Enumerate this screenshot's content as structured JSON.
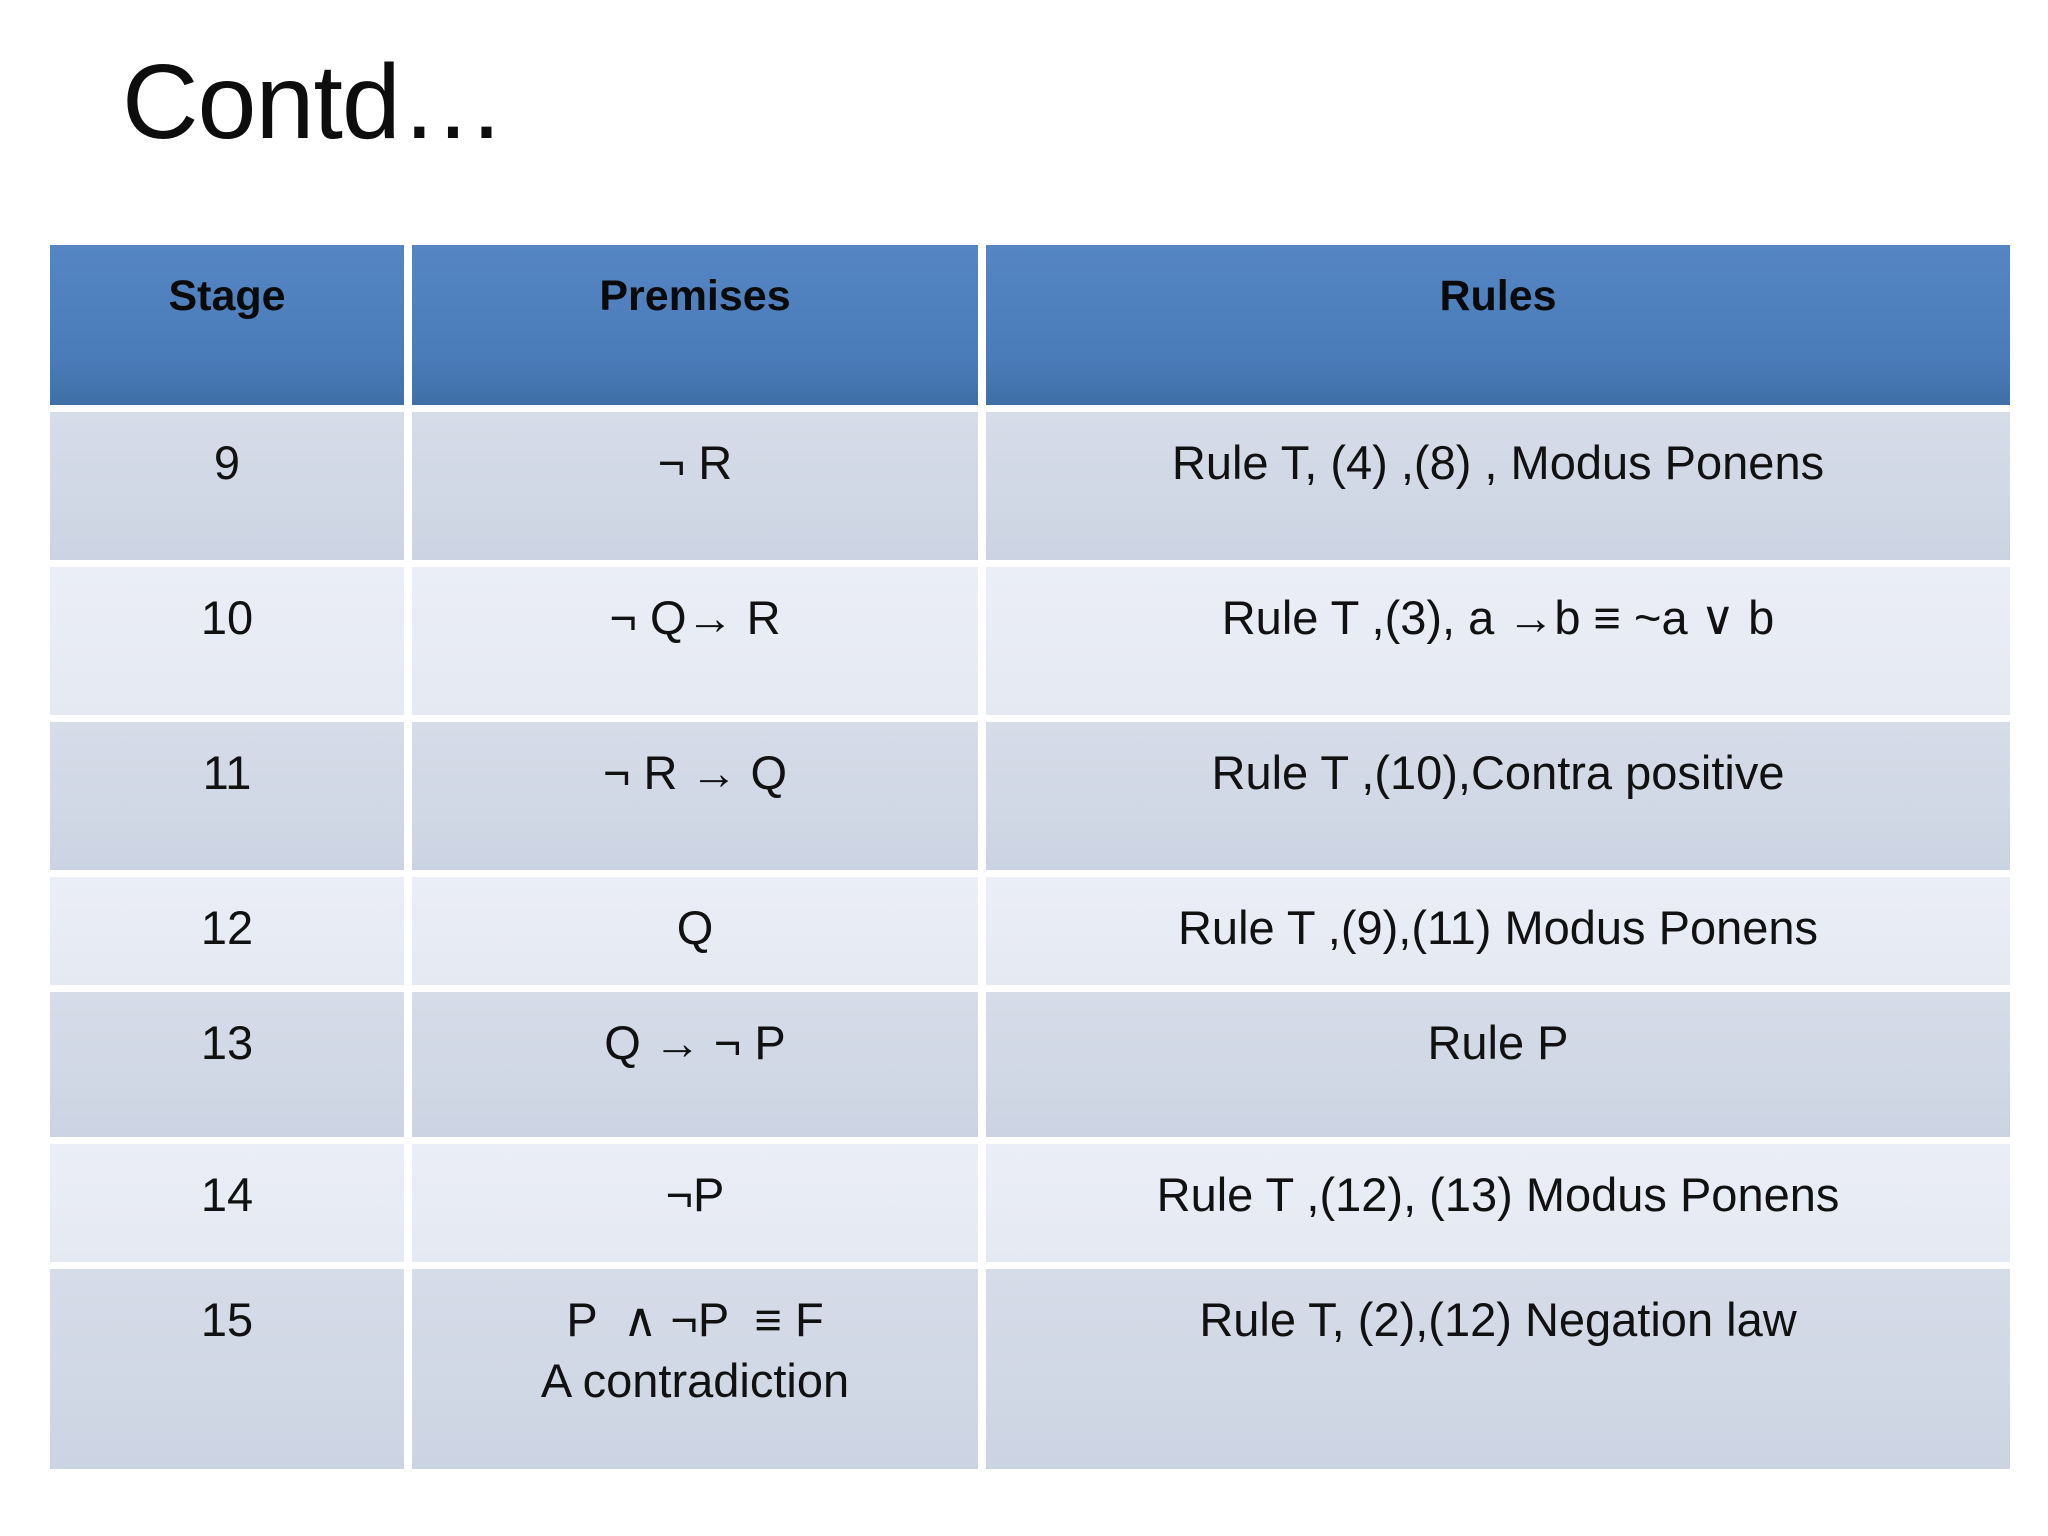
{
  "title": "Contd…",
  "colors": {
    "header_blue": "#4C7DBC",
    "band_dark": "#CFD7E5",
    "band_light": "#E8EBF4"
  },
  "table": {
    "headers": {
      "stage": "Stage",
      "premises": "Premises",
      "rules": "Rules"
    },
    "rows": [
      {
        "stage": "9",
        "premises": "¬ R",
        "rules": "Rule T, (4) ,(8) , Modus Ponens"
      },
      {
        "stage": "10",
        "premises": "¬ Q→ R",
        "rules": "Rule T ,(3), a →b ≡ ~a ∨ b"
      },
      {
        "stage": "11",
        "premises": "¬ R → Q",
        "rules": "Rule T ,(10),Contra positive"
      },
      {
        "stage": "12",
        "premises": "Q",
        "rules": "Rule T ,(9),(11) Modus Ponens"
      },
      {
        "stage": "13",
        "premises": "Q → ¬ P",
        "rules": "Rule P"
      },
      {
        "stage": "14",
        "premises": "¬P",
        "rules": "Rule T ,(12), (13) Modus Ponens"
      },
      {
        "stage": "15",
        "premises": "P  ∧ ¬P  ≡ F",
        "premises_note": "A contradiction",
        "rules": "Rule T, (2),(12) Negation law"
      }
    ]
  }
}
